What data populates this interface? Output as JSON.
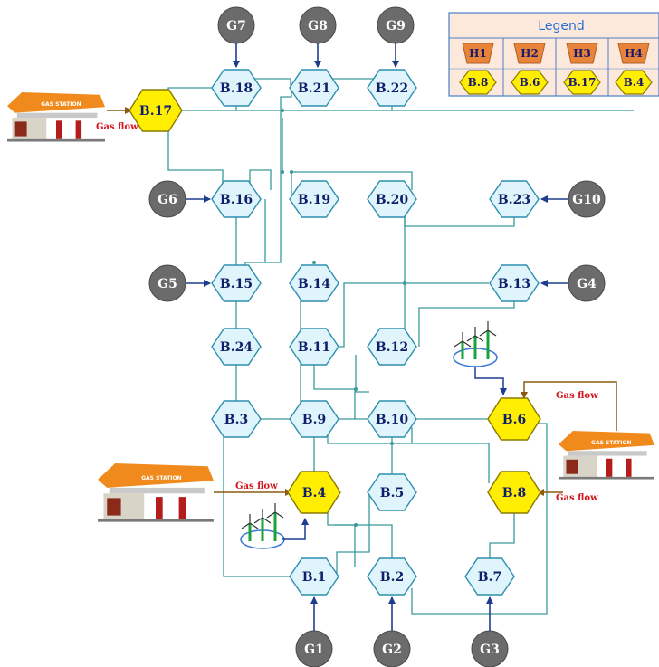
{
  "buses": [
    {
      "id": "b1",
      "label": "B.1",
      "type": "normal"
    },
    {
      "id": "b2",
      "label": "B.2",
      "type": "normal"
    },
    {
      "id": "b3",
      "label": "B.3",
      "type": "normal"
    },
    {
      "id": "b4",
      "label": "B.4",
      "type": "hub"
    },
    {
      "id": "b5",
      "label": "B.5",
      "type": "normal"
    },
    {
      "id": "b6",
      "label": "B.6",
      "type": "hub"
    },
    {
      "id": "b7",
      "label": "B.7",
      "type": "normal"
    },
    {
      "id": "b8",
      "label": "B.8",
      "type": "hub"
    },
    {
      "id": "b9",
      "label": "B.9",
      "type": "normal"
    },
    {
      "id": "b10",
      "label": "B.10",
      "type": "normal"
    },
    {
      "id": "b11",
      "label": "B.11",
      "type": "normal"
    },
    {
      "id": "b12",
      "label": "B.12",
      "type": "normal"
    },
    {
      "id": "b13",
      "label": "B.13",
      "type": "normal"
    },
    {
      "id": "b14",
      "label": "B.14",
      "type": "normal"
    },
    {
      "id": "b15",
      "label": "B.15",
      "type": "normal"
    },
    {
      "id": "b16",
      "label": "B.16",
      "type": "normal"
    },
    {
      "id": "b17",
      "label": "B.17",
      "type": "hub"
    },
    {
      "id": "b18",
      "label": "B.18",
      "type": "normal"
    },
    {
      "id": "b19",
      "label": "B.19",
      "type": "normal"
    },
    {
      "id": "b20",
      "label": "B.20",
      "type": "normal"
    },
    {
      "id": "b21",
      "label": "B.21",
      "type": "normal"
    },
    {
      "id": "b22",
      "label": "B.22",
      "type": "normal"
    },
    {
      "id": "b23",
      "label": "B.23",
      "type": "normal"
    },
    {
      "id": "b24",
      "label": "B.24",
      "type": "normal"
    }
  ],
  "generators": [
    {
      "id": "g1",
      "label": "G1",
      "bus": "b1"
    },
    {
      "id": "g2",
      "label": "G2",
      "bus": "b2"
    },
    {
      "id": "g3",
      "label": "G3",
      "bus": "b7"
    },
    {
      "id": "g4",
      "label": "G4",
      "bus": "b13"
    },
    {
      "id": "g5",
      "label": "G5",
      "bus": "b15"
    },
    {
      "id": "g6",
      "label": "G6",
      "bus": "b16"
    },
    {
      "id": "g7",
      "label": "G7",
      "bus": "b18"
    },
    {
      "id": "g8",
      "label": "G8",
      "bus": "b21"
    },
    {
      "id": "g9",
      "label": "G9",
      "bus": "b22"
    },
    {
      "id": "g10",
      "label": "G10",
      "bus": "b23"
    }
  ],
  "gas_flow_label": "Gas flow",
  "gas_station_sign": "GAS STATION",
  "legend": {
    "title": "Legend",
    "hubs": [
      "H1",
      "H2",
      "H3",
      "H4"
    ],
    "hub_buses": [
      "B.8",
      "B.6",
      "B.17",
      "B.4"
    ]
  },
  "colors": {
    "bus_fill": "#dff5fb",
    "bus_stroke": "#2d8fb0",
    "hub_fill": "#ffee00",
    "hub_stroke": "#8a7a00",
    "generator_fill": "#6b6b6b",
    "line": "#3a9a9a",
    "gen_arrow": "#1f3d8f",
    "gas_arrow": "#8b5a10",
    "gas_text": "#d4141c",
    "legend_bg": "#fde9dc",
    "legend_border": "#4a7ec8",
    "legend_title": "#1f6fd8",
    "hub_icon": "#e8843a",
    "wind_blade": "#333333",
    "wind_tower": "#1aa33a",
    "wind_ring": "#3a78d8"
  }
}
